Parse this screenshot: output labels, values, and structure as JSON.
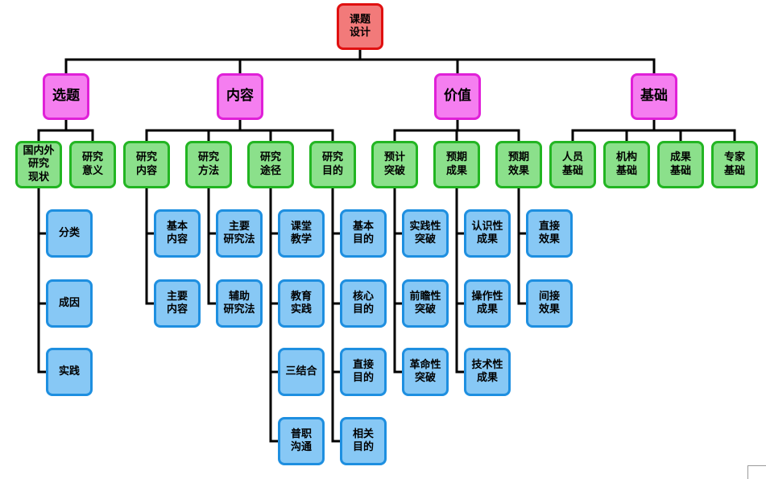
{
  "root": {
    "id": "root",
    "label": "课题\n设计"
  },
  "branches": [
    {
      "id": "b1",
      "label": "选题",
      "children": [
        {
          "id": "b1c1",
          "label": "国内外\n研究\n现状",
          "children": [
            {
              "id": "b1c1l1",
              "label": "分类"
            },
            {
              "id": "b1c1l2",
              "label": "成因"
            },
            {
              "id": "b1c1l3",
              "label": "实践"
            }
          ]
        },
        {
          "id": "b1c2",
          "label": "研究\n意义",
          "children": []
        }
      ]
    },
    {
      "id": "b2",
      "label": "内容",
      "children": [
        {
          "id": "b2c1",
          "label": "研究\n内容",
          "children": [
            {
              "id": "b2c1l1",
              "label": "基本\n内容"
            },
            {
              "id": "b2c1l2",
              "label": "主要\n内容"
            }
          ]
        },
        {
          "id": "b2c2",
          "label": "研究\n方法",
          "children": [
            {
              "id": "b2c2l1",
              "label": "主要\n研究法"
            },
            {
              "id": "b2c2l2",
              "label": "辅助\n研究法"
            }
          ]
        },
        {
          "id": "b2c3",
          "label": "研究\n途径",
          "children": [
            {
              "id": "b2c3l1",
              "label": "课堂\n教学"
            },
            {
              "id": "b2c3l2",
              "label": "教育\n实践"
            },
            {
              "id": "b2c3l3",
              "label": "三结合"
            },
            {
              "id": "b2c3l4",
              "label": "普职\n沟通"
            }
          ]
        },
        {
          "id": "b2c4",
          "label": "研究\n目的",
          "children": [
            {
              "id": "b2c4l1",
              "label": "基本\n目的"
            },
            {
              "id": "b2c4l2",
              "label": "核心\n目的"
            },
            {
              "id": "b2c4l3",
              "label": "直接\n目的"
            },
            {
              "id": "b2c4l4",
              "label": "相关\n目的"
            }
          ]
        }
      ]
    },
    {
      "id": "b3",
      "label": "价值",
      "children": [
        {
          "id": "b3c1",
          "label": "预计\n突破",
          "children": [
            {
              "id": "b3c1l1",
              "label": "实践性\n突破"
            },
            {
              "id": "b3c1l2",
              "label": "前瞻性\n突破"
            },
            {
              "id": "b3c1l3",
              "label": "革命性\n突破"
            }
          ]
        },
        {
          "id": "b3c2",
          "label": "预期\n成果",
          "children": [
            {
              "id": "b3c2l1",
              "label": "认识性\n成果"
            },
            {
              "id": "b3c2l2",
              "label": "操作性\n成果"
            },
            {
              "id": "b3c2l3",
              "label": "技术性\n成果"
            }
          ]
        },
        {
          "id": "b3c3",
          "label": "预期\n效果",
          "children": [
            {
              "id": "b3c3l1",
              "label": "直接\n效果"
            },
            {
              "id": "b3c3l2",
              "label": "间接\n效果"
            }
          ]
        }
      ]
    },
    {
      "id": "b4",
      "label": "基础",
      "children": [
        {
          "id": "b4c1",
          "label": "人员\n基础",
          "children": []
        },
        {
          "id": "b4c2",
          "label": "机构\n基础",
          "children": []
        },
        {
          "id": "b4c3",
          "label": "成果\n基础",
          "children": []
        },
        {
          "id": "b4c4",
          "label": "专家\n基础",
          "children": []
        }
      ]
    }
  ]
}
